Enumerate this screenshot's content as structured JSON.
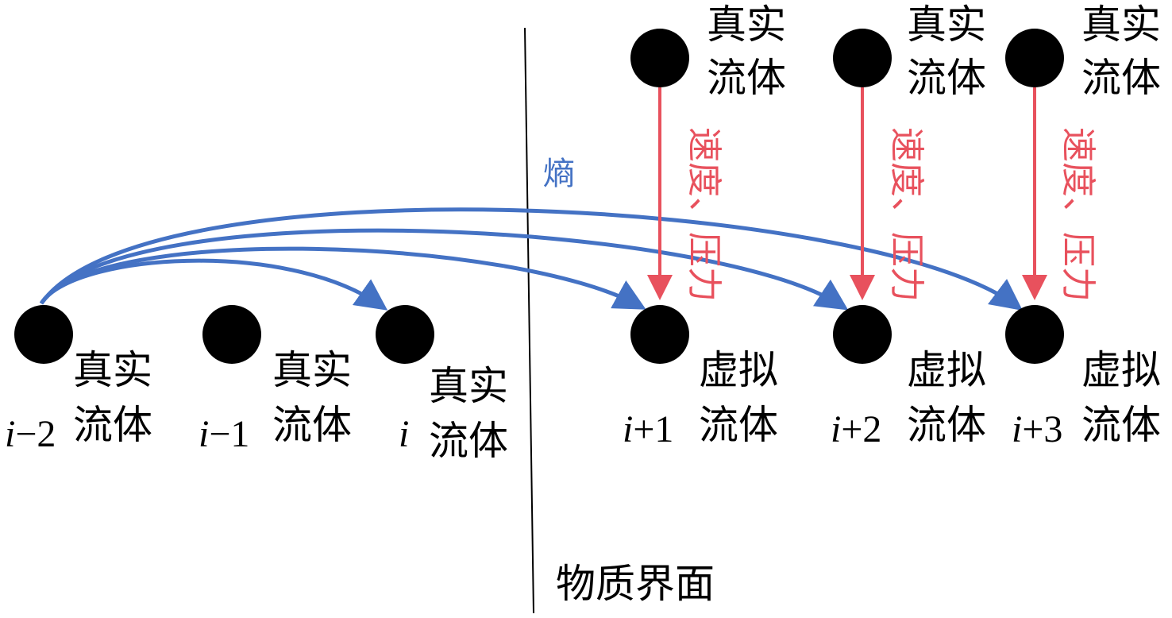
{
  "colors": {
    "node": "#000000",
    "entropy_arrow": "#4472C4",
    "velocity_arrow": "#E8515D",
    "interface_line": "#000000"
  },
  "interface": {
    "label": "物质界面"
  },
  "entropy_label": "熵",
  "velocity_pressure_label": "速度、压力",
  "real_fluid": {
    "line1": "真实",
    "line2": "流体"
  },
  "virtual_fluid": {
    "line1": "虚拟",
    "line2": "流体"
  },
  "nodes": [
    {
      "id": "i-2",
      "index_var": "i",
      "index_suffix": "−2",
      "kind": "真实流体"
    },
    {
      "id": "i-1",
      "index_var": "i",
      "index_suffix": "−1",
      "kind": "真实流体"
    },
    {
      "id": "i",
      "index_var": "i",
      "index_suffix": "",
      "kind": "真实流体"
    },
    {
      "id": "i+1",
      "index_var": "i",
      "index_suffix": "+1",
      "kind": "虚拟流体"
    },
    {
      "id": "i+2",
      "index_var": "i",
      "index_suffix": "+2",
      "kind": "虚拟流体"
    },
    {
      "id": "i+3",
      "index_var": "i",
      "index_suffix": "+3",
      "kind": "虚拟流体"
    }
  ]
}
